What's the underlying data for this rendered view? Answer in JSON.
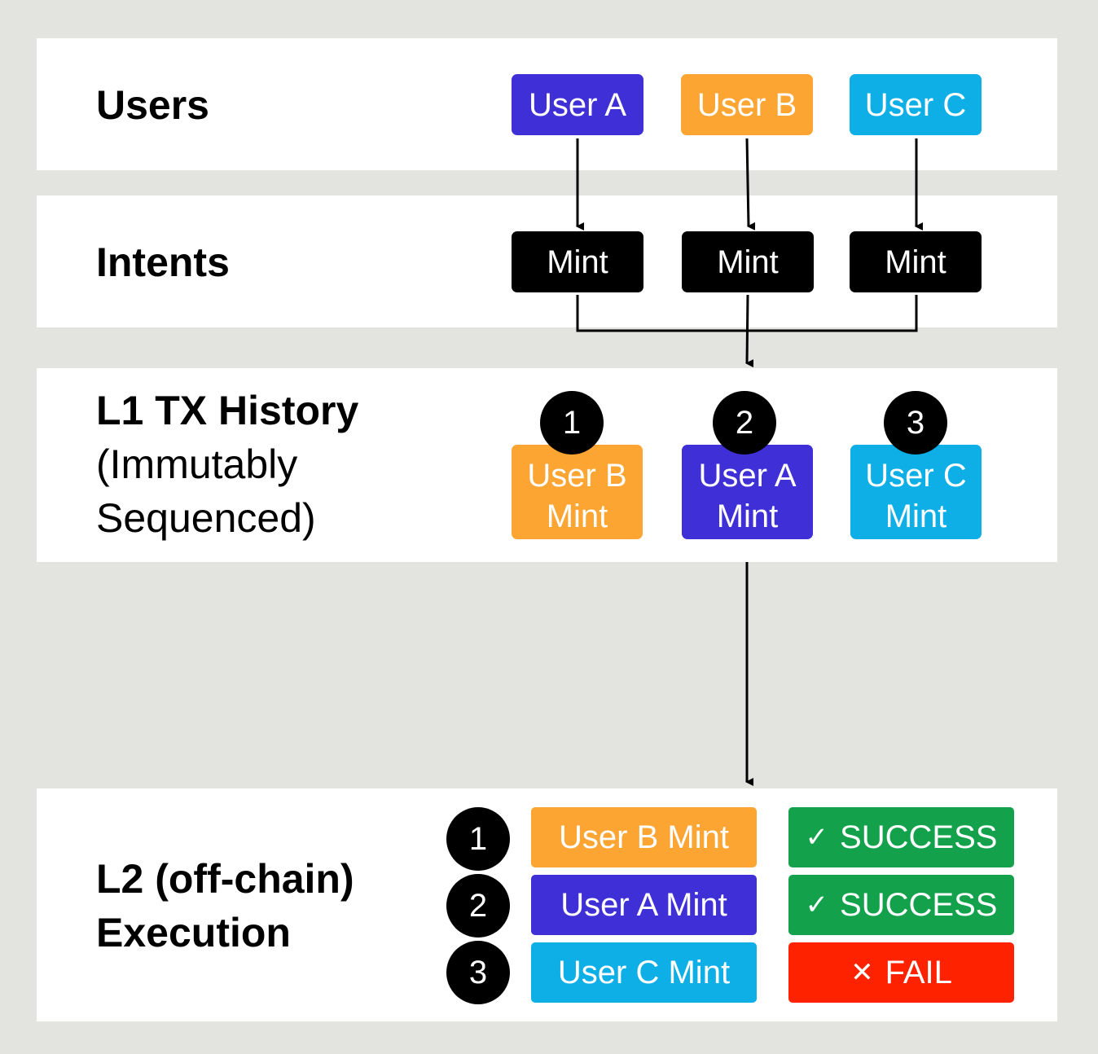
{
  "colors": {
    "user_a": "#3f2fd6",
    "user_b": "#fca532",
    "user_c": "#0eafe7",
    "intent": "#000000",
    "success": "#13a24b",
    "fail": "#ff2200"
  },
  "users": {
    "title": "Users",
    "items": [
      "User A",
      "User B",
      "User C"
    ]
  },
  "intents": {
    "title": "Intents",
    "items": [
      "Mint",
      "Mint",
      "Mint"
    ]
  },
  "l1": {
    "title": "L1 TX History",
    "subtitle_line1": "(Immutably",
    "subtitle_line2": "Sequenced)",
    "items": [
      {
        "seq": "1",
        "line1": "User B",
        "line2": "Mint"
      },
      {
        "seq": "2",
        "line1": "User A",
        "line2": "Mint"
      },
      {
        "seq": "3",
        "line1": "User C",
        "line2": "Mint"
      }
    ]
  },
  "l2": {
    "title_line1": "L2 (off-chain)",
    "title_line2": "Execution",
    "rows": [
      {
        "seq": "1",
        "tx": "User B Mint",
        "status": "SUCCESS",
        "status_icon": "check-icon"
      },
      {
        "seq": "2",
        "tx": "User A Mint",
        "status": "SUCCESS",
        "status_icon": "check-icon"
      },
      {
        "seq": "3",
        "tx": "User C Mint",
        "status": "FAIL",
        "status_icon": "cross-icon"
      }
    ]
  }
}
